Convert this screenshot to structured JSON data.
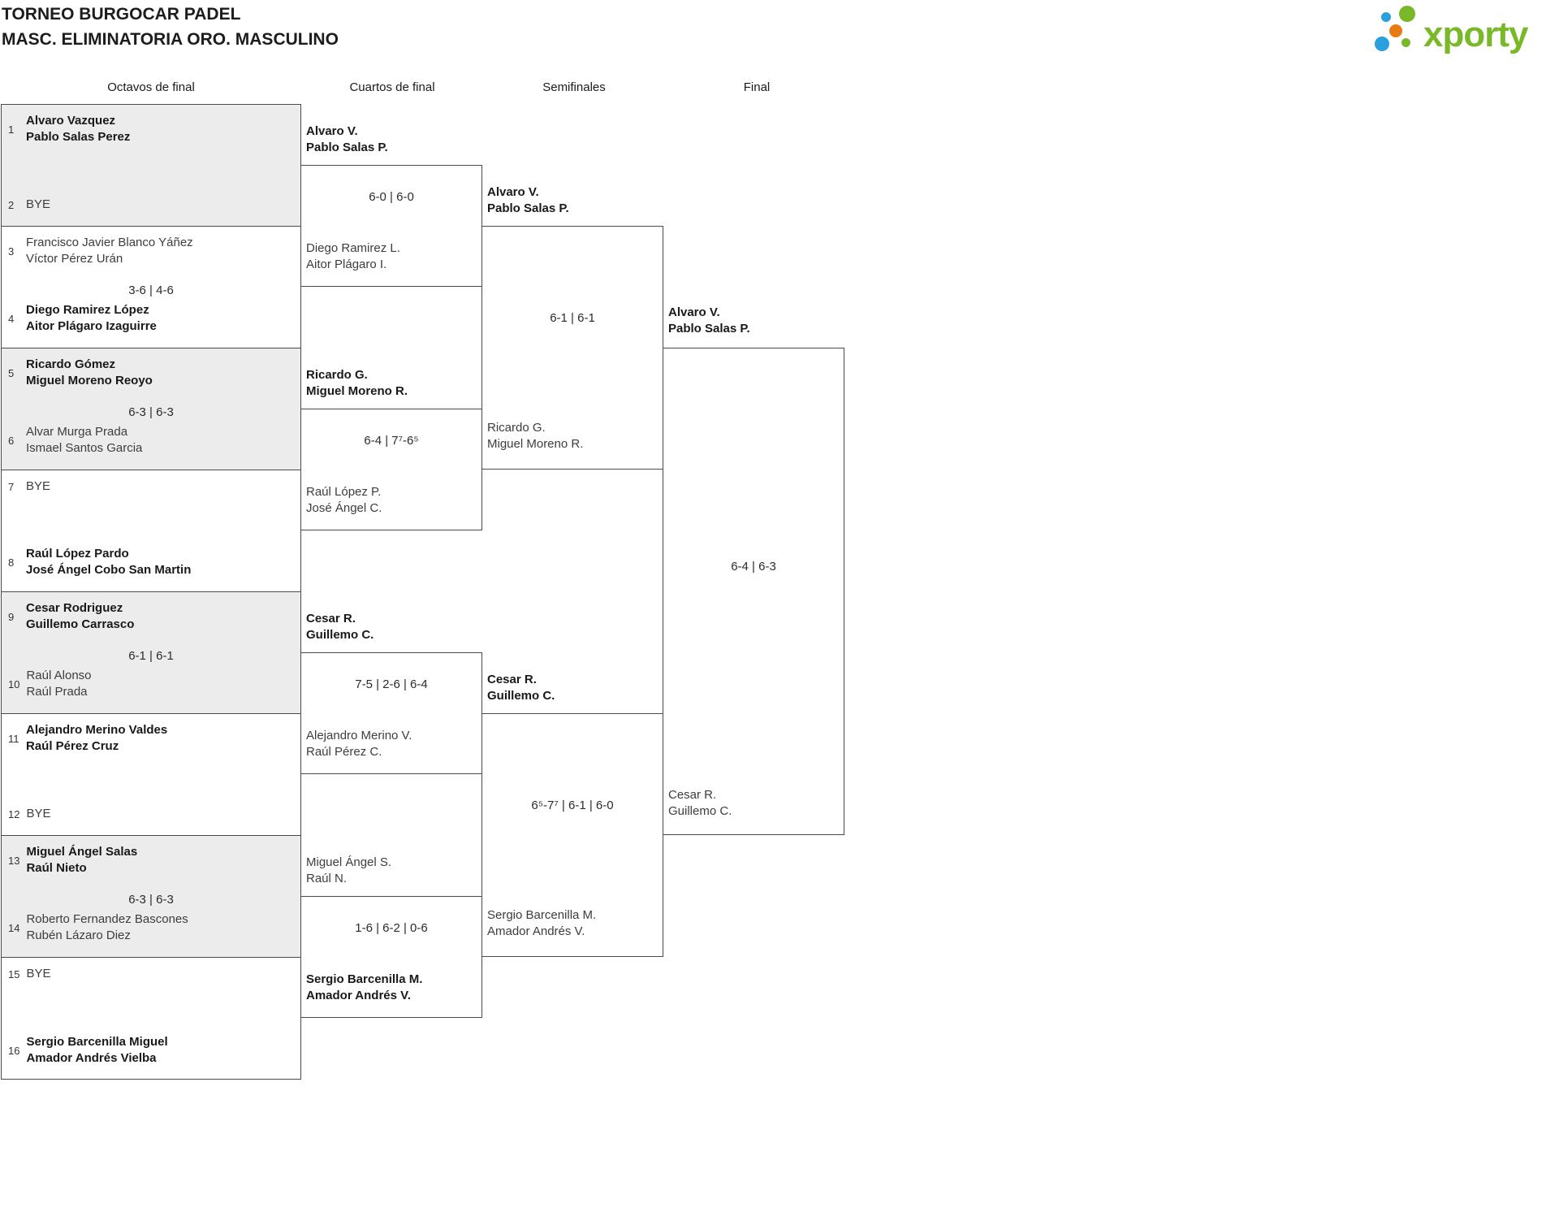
{
  "header": {
    "title": "TORNEO BURGOCAR PADEL",
    "subtitle": "MASC. ELIMINATORIA ORO. MASCULINO"
  },
  "logo": {
    "wordmark": "xporty",
    "colors": {
      "green": "#79b829",
      "blue": "#2aa0dc",
      "orange": "#e87a12"
    }
  },
  "colors": {
    "shaded_row": "#ececec",
    "line": "#4a4a4a",
    "text_bold": "#191919",
    "text_regular": "#3d3d3d"
  },
  "rounds": {
    "headers": [
      "Octavos de final",
      "Cuartos de final",
      "Semifinales",
      "Final"
    ]
  },
  "bracket": {
    "octavos": [
      {
        "top": {
          "seed": "1",
          "line1": "Alvaro Vazquez",
          "line2": "Pablo Salas Perez",
          "winner": true
        },
        "score": "",
        "bottom": {
          "seed": "2",
          "line1": "BYE",
          "line2": "",
          "winner": false
        }
      },
      {
        "top": {
          "seed": "3",
          "line1": "Francisco Javier Blanco Yáñez",
          "line2": "Víctor Pérez Urán",
          "winner": false
        },
        "score": "3-6 | 4-6",
        "bottom": {
          "seed": "4",
          "line1": "Diego Ramirez López",
          "line2": "Aitor Plágaro Izaguirre",
          "winner": true
        }
      },
      {
        "top": {
          "seed": "5",
          "line1": "Ricardo Gómez",
          "line2": "Miguel Moreno Reoyo",
          "winner": true
        },
        "score": "6-3 | 6-3",
        "bottom": {
          "seed": "6",
          "line1": "Alvar Murga Prada",
          "line2": "Ismael Santos Garcia",
          "winner": false
        }
      },
      {
        "top": {
          "seed": "7",
          "line1": "BYE",
          "line2": "",
          "winner": false
        },
        "score": "",
        "bottom": {
          "seed": "8",
          "line1": "Raúl López Pardo",
          "line2": "José Ángel Cobo San Martin",
          "winner": true
        }
      },
      {
        "top": {
          "seed": "9",
          "line1": "Cesar Rodriguez",
          "line2": "Guillemo Carrasco",
          "winner": true
        },
        "score": "6-1 | 6-1",
        "bottom": {
          "seed": "10",
          "line1": "Raúl Alonso",
          "line2": "Raúl Prada",
          "winner": false
        }
      },
      {
        "top": {
          "seed": "11",
          "line1": "Alejandro Merino Valdes",
          "line2": "Raúl Pérez Cruz",
          "winner": true
        },
        "score": "",
        "bottom": {
          "seed": "12",
          "line1": "BYE",
          "line2": "",
          "winner": false
        }
      },
      {
        "top": {
          "seed": "13",
          "line1": "Miguel Ángel Salas",
          "line2": "Raúl Nieto",
          "winner": true
        },
        "score": "6-3 | 6-3",
        "bottom": {
          "seed": "14",
          "line1": "Roberto Fernandez Bascones",
          "line2": "Rubén Lázaro Diez",
          "winner": false
        }
      },
      {
        "top": {
          "seed": "15",
          "line1": "BYE",
          "line2": "",
          "winner": false
        },
        "score": "",
        "bottom": {
          "seed": "16",
          "line1": "Sergio Barcenilla Miguel",
          "line2": "Amador Andrés Vielba",
          "winner": true
        }
      }
    ],
    "cuartos": [
      {
        "top": {
          "line1": "Alvaro V.",
          "line2": "Pablo Salas P.",
          "winner": true
        },
        "score": "6-0 | 6-0",
        "bottom": {
          "line1": "Diego Ramirez L.",
          "line2": "Aitor Plágaro I.",
          "winner": false
        }
      },
      {
        "top": {
          "line1": "Ricardo G.",
          "line2": "Miguel Moreno R.",
          "winner": true
        },
        "score": "6-4 | 7⁷-6⁵",
        "bottom": {
          "line1": "Raúl López P.",
          "line2": "José Ángel C.",
          "winner": false
        }
      },
      {
        "top": {
          "line1": "Cesar R.",
          "line2": "Guillemo C.",
          "winner": true
        },
        "score": "7-5 | 2-6 | 6-4",
        "bottom": {
          "line1": "Alejandro Merino V.",
          "line2": "Raúl Pérez C.",
          "winner": false
        }
      },
      {
        "top": {
          "line1": "Miguel Ángel S.",
          "line2": "Raúl N.",
          "winner": false
        },
        "score": "1-6 | 6-2 | 0-6",
        "bottom": {
          "line1": "Sergio Barcenilla M.",
          "line2": "Amador Andrés V.",
          "winner": true
        }
      }
    ],
    "semifinales": [
      {
        "top": {
          "line1": "Alvaro V.",
          "line2": "Pablo Salas P.",
          "winner": true
        },
        "score": "6-1 | 6-1",
        "bottom": {
          "line1": "Ricardo G.",
          "line2": "Miguel Moreno R.",
          "winner": false
        }
      },
      {
        "top": {
          "line1": "Cesar R.",
          "line2": "Guillemo C.",
          "winner": true
        },
        "score": "6⁵-7⁷ | 6-1 | 6-0",
        "bottom": {
          "line1": "Sergio Barcenilla M.",
          "line2": "Amador Andrés V.",
          "winner": false
        }
      }
    ],
    "final": {
      "top": {
        "line1": "Alvaro V.",
        "line2": "Pablo Salas P.",
        "winner": true
      },
      "score": "6-4 | 6-3",
      "bottom": {
        "line1": "Cesar R.",
        "line2": "Guillemo C.",
        "winner": false
      }
    }
  }
}
